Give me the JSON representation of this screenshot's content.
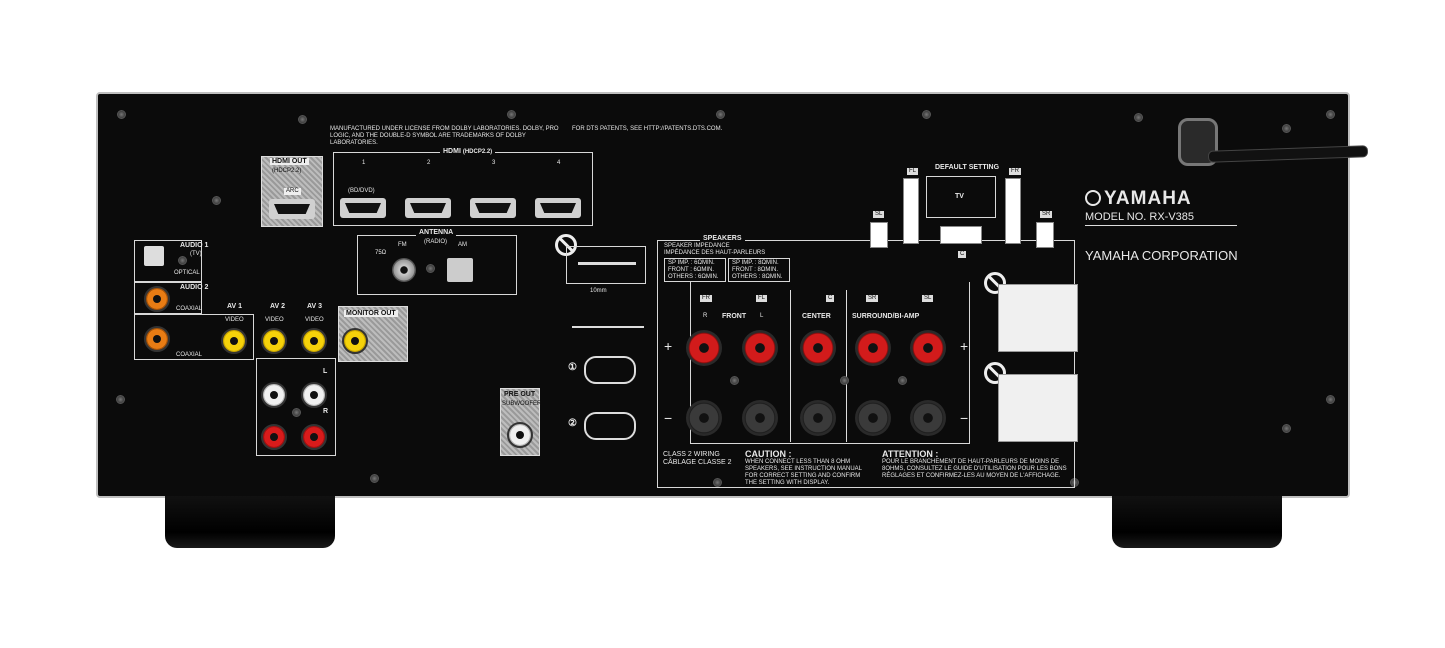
{
  "brand": {
    "logo": "YAMAHA",
    "model": "MODEL NO. RX-V385",
    "corporation": "YAMAHA CORPORATION"
  },
  "legal": {
    "dolby": "MANUFACTURED UNDER LICENSE FROM DOLBY LABORATORIES. DOLBY, PRO LOGIC, AND THE DOUBLE-D SYMBOL ARE TRADEMARKS OF DOLBY LABORATORIES.",
    "dts": "FOR DTS PATENTS, SEE HTTP://PATENTS.DTS.COM."
  },
  "hdmi_out": {
    "label": "HDMI OUT",
    "sub": "(HDCP2.2)",
    "arc": "ARC"
  },
  "hdmi_in": {
    "label": "HDMI",
    "sub": "(HDCP2.2)",
    "ports": [
      "1",
      "2",
      "3",
      "4"
    ],
    "port1_sub": "(BD/DVD)"
  },
  "antenna": {
    "label": "ANTENNA",
    "sub": "(RADIO)",
    "fm": "FM",
    "ohm": "75Ω",
    "am": "AM"
  },
  "audio": {
    "audio1": "AUDIO 1",
    "audio1_sub": "(TV)",
    "optical": "OPTICAL",
    "audio2": "AUDIO 2",
    "coaxial": "COAXIAL"
  },
  "av": {
    "av1": "AV 1",
    "av2": "AV 2",
    "av3": "AV 3",
    "video": "VIDEO",
    "monitor_out": "MONITOR OUT",
    "left": "L",
    "right": "R"
  },
  "pre_out": {
    "label": "PRE OUT",
    "sub": "SUBWOOFER"
  },
  "default_setting": {
    "label": "DEFAULT SETTING",
    "tv": "TV",
    "fl": "FL",
    "fr": "FR",
    "sl": "SL",
    "sr": "SR",
    "c": "C"
  },
  "speakers": {
    "label": "SPEAKERS",
    "impedance": "SPEAKER IMPEDANCE",
    "impedance_fr": "IMPÉDANCE DES HAUT-PARLEURS",
    "col1": [
      "SP IMP. : 6ΩMIN.",
      "FRONT : 6ΩMIN.",
      "OTHERS : 6ΩMIN."
    ],
    "col2": [
      "SP IMP. : 8ΩMIN.",
      "FRONT : 8ΩMIN.",
      "OTHERS : 8ΩMIN."
    ],
    "ch_fr": "FR",
    "ch_fl": "FL",
    "ch_c": "C",
    "ch_sr": "SR",
    "ch_sl": "SL",
    "front": "FRONT",
    "center": "CENTER",
    "surround": "SURROUND/BI-AMP",
    "plus": "+",
    "minus": "−",
    "r": "R",
    "l": "L",
    "class2": "CLASS 2 WIRING",
    "class2_fr": "CÂBLAGE CLASSE 2",
    "caution": "CAUTION :",
    "caution_text": "WHEN CONNECT LESS THAN 8 OHM SPEAKERS, SEE INSTRUCTION MANUAL FOR CORRECT SETTING AND CONFIRM THE SETTING WITH DISPLAY.",
    "attention": "ATTENTION :",
    "attention_text": "POUR LE BRANCHEMENT DE HAUT-PARLEURS DE MOINS DE 8OHMS, CONSULTEZ LE GUIDE D'UTILISATION POUR LES BONS RÉGLAGES ET CONFIRMEZ-LES AU MOYEN DE L'AFFICHAGE."
  },
  "wire": {
    "length": "10mm",
    "step1": "①",
    "step2": "②"
  },
  "colors": {
    "panel": "#0b0b0b",
    "red": "#d81b1b",
    "yellow": "#f5d20a",
    "orange": "#e87c14"
  }
}
